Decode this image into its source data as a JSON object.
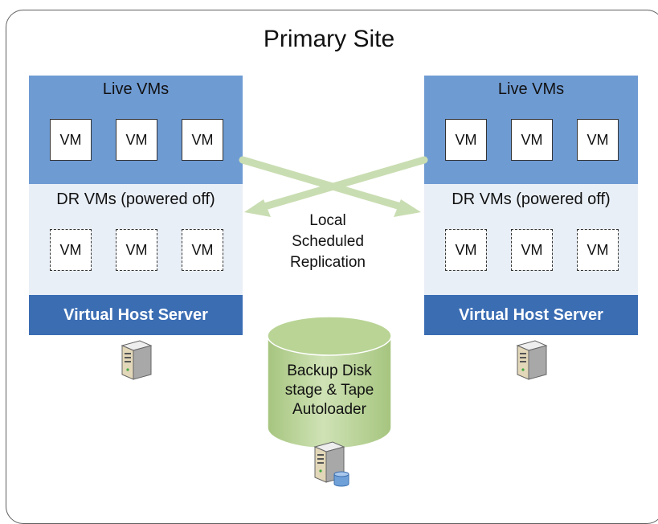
{
  "site": {
    "title": "Primary Site"
  },
  "hosts": [
    {
      "live_label": "Live VMs",
      "live_vms": [
        "VM",
        "VM",
        "VM"
      ],
      "dr_label": "DR VMs (powered off)",
      "dr_vms": [
        "VM",
        "VM",
        "VM"
      ],
      "server_label": "Virtual Host Server"
    },
    {
      "live_label": "Live VMs",
      "live_vms": [
        "VM",
        "VM",
        "VM"
      ],
      "dr_label": "DR VMs (powered off)",
      "dr_vms": [
        "VM",
        "VM",
        "VM"
      ],
      "server_label": "Virtual Host Server"
    }
  ],
  "replication": {
    "label": "Local\nScheduled\nReplication"
  },
  "storage": {
    "label": "Backup Disk\nstage & Tape\nAutoloader"
  },
  "icons": {
    "server": "server-tower-icon",
    "storage_server": "server-with-disk-icon"
  },
  "colors": {
    "live_panel": "#6f9bd3",
    "dr_panel": "#e9eff7",
    "server_bar": "#3b6db3",
    "replication_arrow": "#c9ddb2",
    "storage_cylinder": "#b9d495"
  }
}
